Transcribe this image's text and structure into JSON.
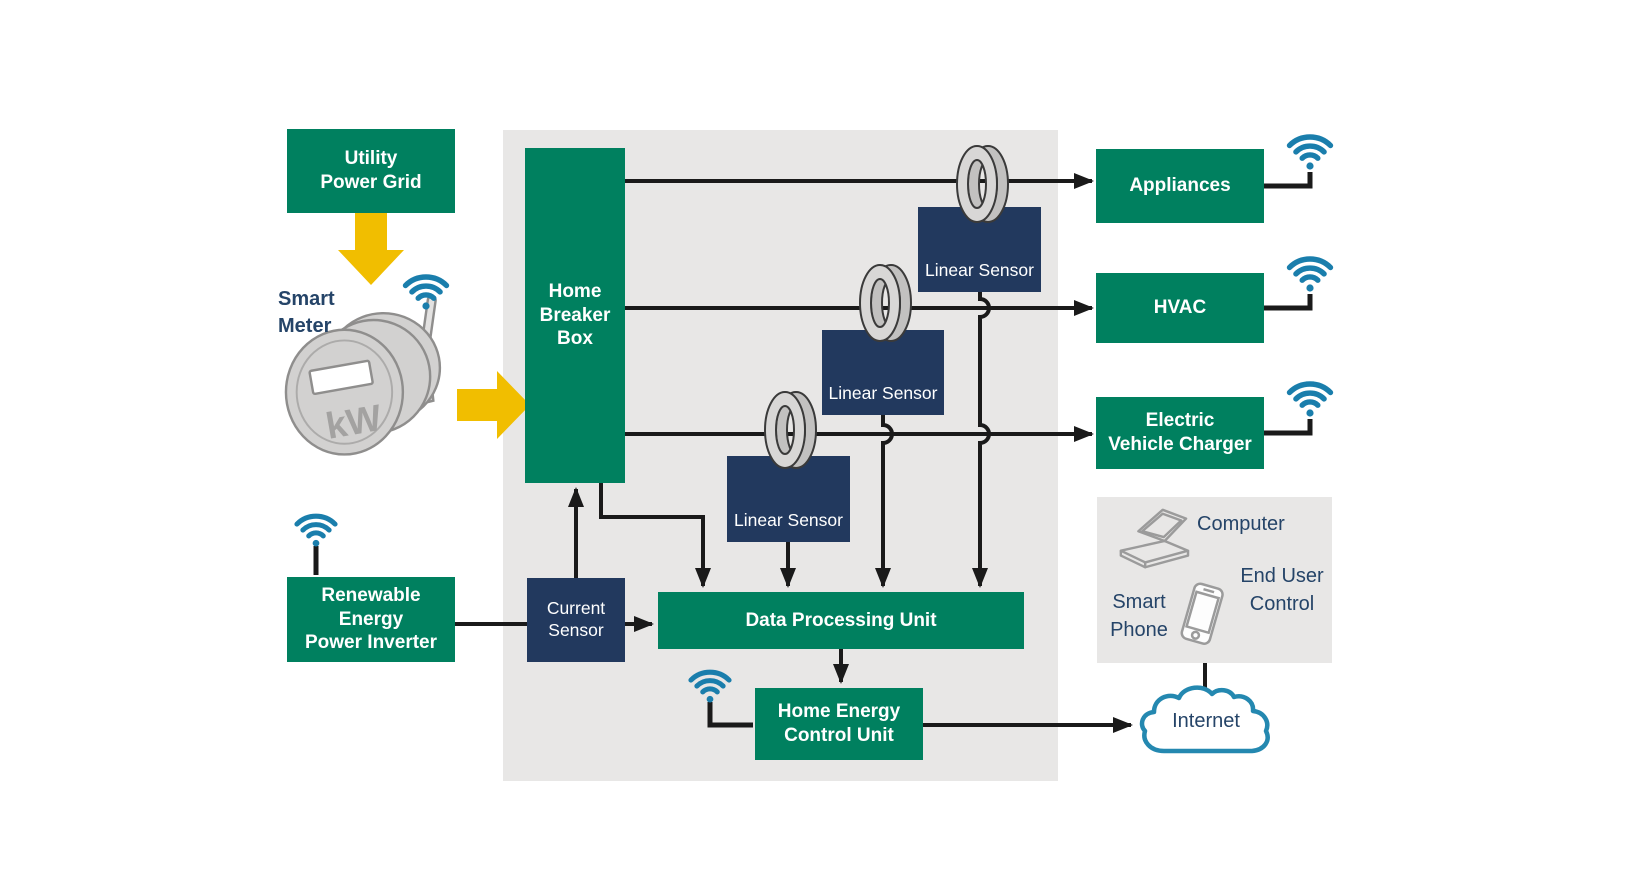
{
  "theme": {
    "green": "#00805F",
    "navy": "#22395E",
    "yellow": "#F1BE00",
    "wifi_blue": "#1A7EAC",
    "cloud_blue": "#2488B0",
    "panel_gray": "#E8E7E6",
    "line_black": "#1A1A1A",
    "label_navy": "#254468",
    "device_gray": "#9B9B9B"
  },
  "icons": {
    "wifi": "wifi-icon",
    "smart_meter": "smart-meter-illustration",
    "current_ring": "current-transformer-ring-icon",
    "laptop": "laptop-icon",
    "phone": "smartphone-icon",
    "cloud": "cloud-icon"
  },
  "nodes": {
    "utility_power_grid": {
      "label": "Utility\nPower Grid"
    },
    "smart_meter": {
      "label": "Smart\nMeter",
      "display_text": "kW"
    },
    "home_breaker_box": {
      "label": "Home\nBreaker\nBox"
    },
    "linear_sensor_1": {
      "label": "Linear Sensor"
    },
    "linear_sensor_2": {
      "label": "Linear Sensor"
    },
    "linear_sensor_3": {
      "label": "Linear Sensor"
    },
    "appliances": {
      "label": "Appliances"
    },
    "hvac": {
      "label": "HVAC"
    },
    "electric_vehicle_charger": {
      "label": "Electric\nVehicle Charger"
    },
    "renewable_energy_power_inverter": {
      "label": "Renewable\nEnergy\nPower Inverter"
    },
    "current_sensor": {
      "label": "Current\nSensor"
    },
    "data_processing_unit": {
      "label": "Data Processing Unit"
    },
    "home_energy_control_unit": {
      "label": "Home Energy\nControl Unit"
    },
    "end_user_control": {
      "computer_label": "Computer",
      "smart_phone_label": "Smart\nPhone",
      "label": "End User\nControl"
    },
    "internet": {
      "label": "Internet"
    }
  }
}
